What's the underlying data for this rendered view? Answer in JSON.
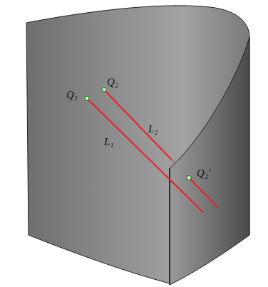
{
  "diagram": {
    "labels": [
      "Q₁",
      "Q₂",
      "L₁",
      "L₂",
      "Q₂′"
    ]
  }
}
